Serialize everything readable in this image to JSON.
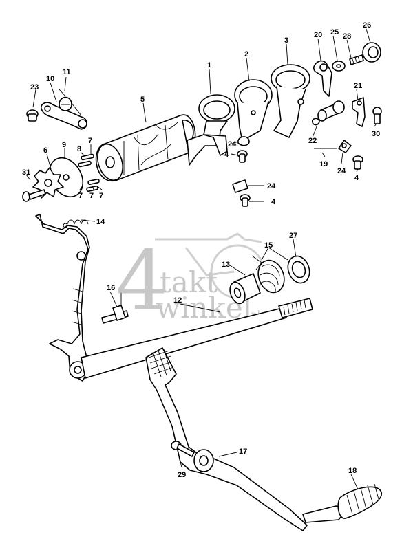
{
  "watermark": {
    "big_digit": "4",
    "line1": "takt",
    "line2": "winkel",
    "suffix": ".nl"
  },
  "labels": {
    "p1": "1",
    "p2": "2",
    "p3": "3",
    "p4a": "4",
    "p4b": "4",
    "p4c": "4",
    "p5": "5",
    "p6": "6",
    "p7a": "7",
    "p7b": "7",
    "p7c": "7",
    "p7d": "7",
    "p8": "8",
    "p9": "9",
    "p10": "10",
    "p11": "11",
    "p12": "12",
    "p13": "13",
    "p14": "14",
    "p15": "15",
    "p16": "16",
    "p17": "17",
    "p18": "18",
    "p19": "19",
    "p20": "20",
    "p21": "21",
    "p22": "22",
    "p23": "23",
    "p24a": "24",
    "p24b": "24",
    "p24c": "24",
    "p25": "25",
    "p26": "26",
    "p27": "27",
    "p28": "28",
    "p29": "29",
    "p30": "30",
    "p31": "31"
  }
}
